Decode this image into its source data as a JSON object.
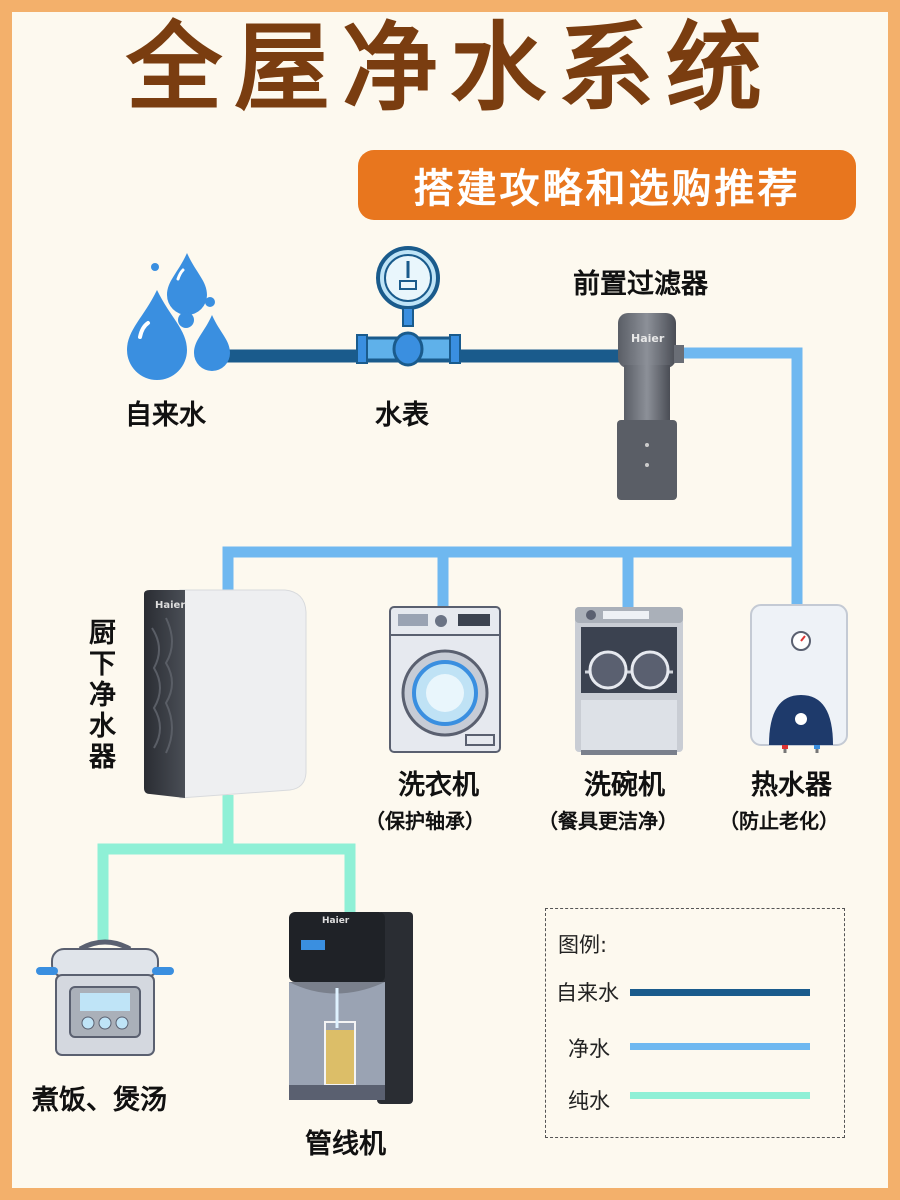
{
  "title": "全屋净水系统",
  "subtitle": "搭建攻略和选购推荐",
  "source": {
    "label": "自来水"
  },
  "meter": {
    "label": "水表"
  },
  "prefilter": {
    "label": "前置过滤器",
    "brand": "Haier"
  },
  "kitchen_purifier": {
    "label": "厨下净水器",
    "brand": "Haier"
  },
  "washing_machine": {
    "label": "洗衣机",
    "note": "（保护轴承）"
  },
  "dishwasher": {
    "label": "洗碗机",
    "note": "（餐具更洁净）"
  },
  "water_heater": {
    "label": "热水器",
    "note": "（防止老化）"
  },
  "rice_cooker": {
    "label": "煮饭、煲汤"
  },
  "dispenser": {
    "label": "管线机",
    "brand": "Haier"
  },
  "legend": {
    "title": "图例:",
    "items": [
      {
        "label": "自来水",
        "color": "#1a5b8c"
      },
      {
        "label": "净水",
        "color": "#6fb8f0"
      },
      {
        "label": "纯水",
        "color": "#8ff0d6"
      }
    ]
  },
  "colors": {
    "tap": "#1a5b8c",
    "clean": "#6fb8f0",
    "pure": "#8ff0d6",
    "title": "#7a3d10",
    "badge": "#e8761e"
  }
}
